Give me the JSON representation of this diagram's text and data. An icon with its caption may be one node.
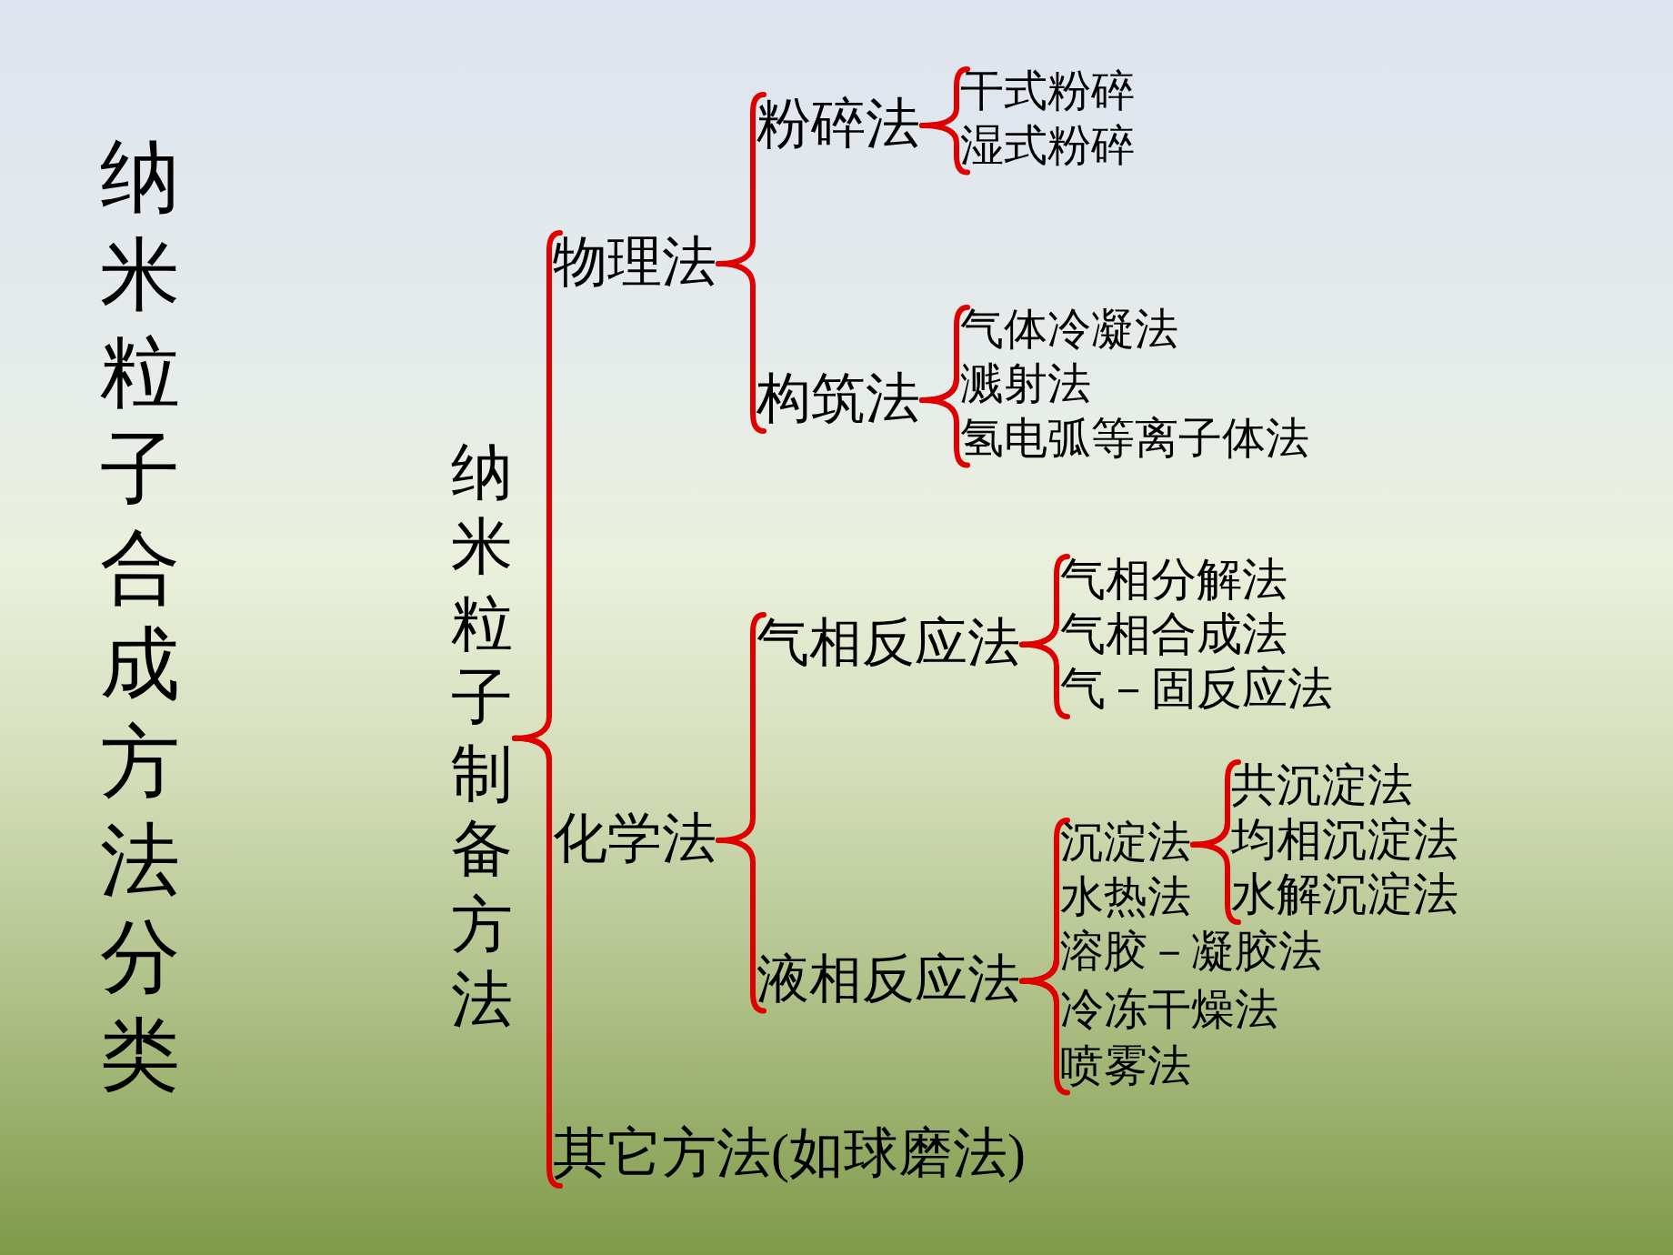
{
  "diagram": {
    "title": "纳米粒子合成方法分类",
    "nodes": [
      {
        "text": [
          "纳米粒子制备方法"
        ]
      },
      {
        "text": [
          "物理法"
        ]
      },
      {
        "text": [
          "粉碎法"
        ]
      },
      {
        "text": [
          "干式粉碎"
        ]
      },
      {
        "text": [
          "湿式粉碎"
        ]
      },
      {
        "text": [
          "构筑法"
        ]
      },
      {
        "text": [
          "气体冷凝法"
        ]
      },
      {
        "text": [
          "溅射法"
        ]
      },
      {
        "text": [
          "氢电弧等离子体法"
        ]
      },
      {
        "text": [
          "化学法"
        ]
      },
      {
        "text": [
          "气相反应法"
        ]
      },
      {
        "text": [
          "气相分解法"
        ]
      },
      {
        "text": [
          "气相合成法"
        ]
      },
      {
        "text": [
          "气－固反应法"
        ]
      },
      {
        "text": [
          "液相反应法"
        ]
      },
      {
        "text": [
          "沉淀法"
        ]
      },
      {
        "text": [
          "共沉淀法"
        ]
      },
      {
        "text": [
          "均相沉淀法"
        ]
      },
      {
        "text": [
          "水解沉淀法"
        ]
      },
      {
        "text": [
          "水热法"
        ]
      },
      {
        "text": [
          "溶胶－凝胶法"
        ]
      },
      {
        "text": [
          "冷冻干燥法"
        ]
      },
      {
        "text": [
          "喷雾法"
        ]
      },
      {
        "text": [
          "其它方法(如球磨法)"
        ]
      }
    ],
    "edges": [
      {
        "from": 0,
        "to": 1,
        "arrow": "none"
      },
      {
        "from": 0,
        "to": 9,
        "arrow": "none"
      },
      {
        "from": 0,
        "to": 23,
        "arrow": "none"
      },
      {
        "from": 1,
        "to": 2,
        "arrow": "none"
      },
      {
        "from": 1,
        "to": 5,
        "arrow": "none"
      },
      {
        "from": 2,
        "to": 3,
        "arrow": "none"
      },
      {
        "from": 2,
        "to": 4,
        "arrow": "none"
      },
      {
        "from": 5,
        "to": 6,
        "arrow": "none"
      },
      {
        "from": 5,
        "to": 7,
        "arrow": "none"
      },
      {
        "from": 5,
        "to": 8,
        "arrow": "none"
      },
      {
        "from": 9,
        "to": 10,
        "arrow": "none"
      },
      {
        "from": 9,
        "to": 14,
        "arrow": "none"
      },
      {
        "from": 10,
        "to": 11,
        "arrow": "none"
      },
      {
        "from": 10,
        "to": 12,
        "arrow": "none"
      },
      {
        "from": 10,
        "to": 13,
        "arrow": "none"
      },
      {
        "from": 14,
        "to": 15,
        "arrow": "none"
      },
      {
        "from": 14,
        "to": 19,
        "arrow": "none"
      },
      {
        "from": 14,
        "to": 20,
        "arrow": "none"
      },
      {
        "from": 14,
        "to": 21,
        "arrow": "none"
      },
      {
        "from": 14,
        "to": 22,
        "arrow": "none"
      },
      {
        "from": 15,
        "to": 16,
        "arrow": "none"
      },
      {
        "from": 15,
        "to": 17,
        "arrow": "none"
      },
      {
        "from": 15,
        "to": 18,
        "arrow": "none"
      }
    ]
  }
}
